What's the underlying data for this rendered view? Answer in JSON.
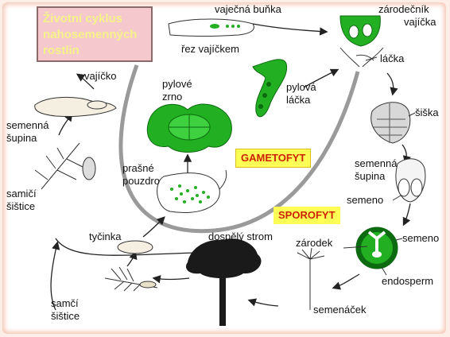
{
  "title": "Životní cyklus\nnahosemenných\nrostlin",
  "phases": {
    "gametophyte": "GAMETOFYT",
    "sporophyte": "SPOROFYT"
  },
  "labels": {
    "egg_cell": "vaječná buňka",
    "ovule_section": "řez vajíčkem",
    "archegonium_top": "zárodečník",
    "archegonium_bottom": "vajíčka",
    "pollen_tube_small": "láčka",
    "pollen_grain": "pylové\nzrno",
    "pollen_tube": "pylová\nláčka",
    "ovule": "vajíčko",
    "seed_scale": "semenná\nšupina",
    "female_cone": "samičí\nšištice",
    "pollen_sac": "prašné\npouzdro",
    "stamen": "tyčinka",
    "male_cone": "samčí\nšištice",
    "adult_tree": "dospělý strom",
    "cone": "šiška",
    "seed_scale_right": "semenná\nšupina",
    "seed": "semeno",
    "seed_right": "semeno",
    "embryo": "zárodek",
    "endosperm": "endosperm",
    "seedling": "semenáček"
  },
  "colors": {
    "green": "#22b022",
    "dark_green": "#0c6a10",
    "cycle_line": "#9a9a9a",
    "tag_bg": "#ffff55",
    "tag_text": "#cc2200",
    "title_bg": "#f4c8cc",
    "title_text": "#f5f28a"
  }
}
